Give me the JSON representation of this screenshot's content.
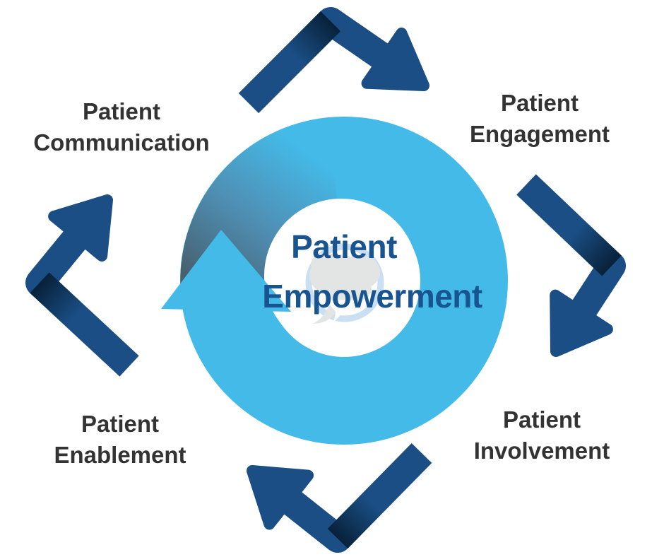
{
  "diagram": {
    "type": "cycle",
    "description": "Patient Empowerment cycle with four surrounding stages connected by bent arrows"
  },
  "center": {
    "line1": "Patient",
    "line2": "Empowerment"
  },
  "nodes": [
    {
      "id": "communication",
      "position": "top-left",
      "label_line1": "Patient",
      "label_line2": "Communication"
    },
    {
      "id": "engagement",
      "position": "top-right",
      "label_line1": "Patient",
      "label_line2": "Engagement"
    },
    {
      "id": "involvement",
      "position": "bottom-right",
      "label_line1": "Patient",
      "label_line2": "Involvement"
    },
    {
      "id": "enablement",
      "position": "bottom-left",
      "label_line1": "Patient",
      "label_line2": "Enablement"
    }
  ],
  "icons": {
    "cycle_arrow": "circular-arrow",
    "flow_arrow": "bent-ribbon-arrow",
    "watermark": "brain-logo"
  },
  "colors": {
    "cycle_blue": "#44BAE8",
    "arrow_navy": "#1A4E84",
    "fold_shadow": "#04192C",
    "tail_dark": "#46616F",
    "tail_mid": "#4F8FB4",
    "center_text": "#185590",
    "label_text": "#333333",
    "watermark_ring": "#C9DEF2",
    "watermark_brain": "#E2E3E3",
    "background": "#FFFFFF"
  }
}
